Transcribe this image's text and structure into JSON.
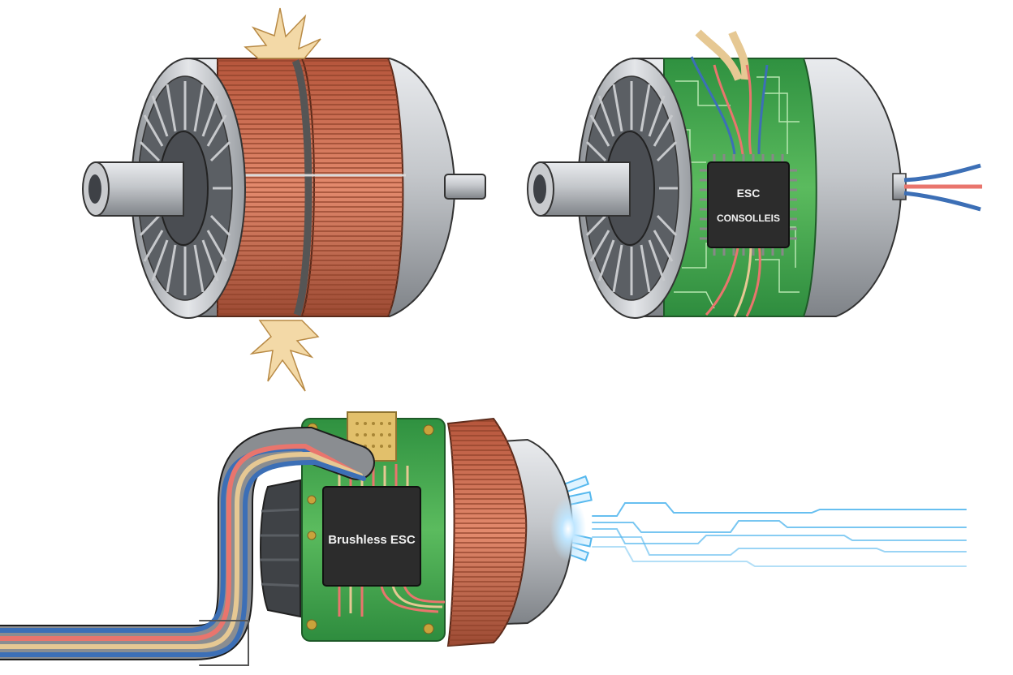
{
  "colors": {
    "background": "#ffffff",
    "steel": "#b9bcc0",
    "steel_dark": "#7f8388",
    "copper": "#c8664a",
    "copper_light": "#e38a6d",
    "pcb_green": "#3aa24a",
    "pcb_light": "#6cc46d",
    "chip": "#2c2c2c",
    "spark": "#f3d9a7",
    "wire_red": "#e9756d",
    "wire_blue": "#3c6fb6",
    "wire_tan": "#e6c893",
    "wire_gray": "#8a8d91",
    "signal": "#56b8ee"
  },
  "labels": {
    "esc_chip_top": "ESC",
    "esc_chip_bottom": "CONSOLLEIS",
    "esc_board": "Brushless ESC"
  }
}
